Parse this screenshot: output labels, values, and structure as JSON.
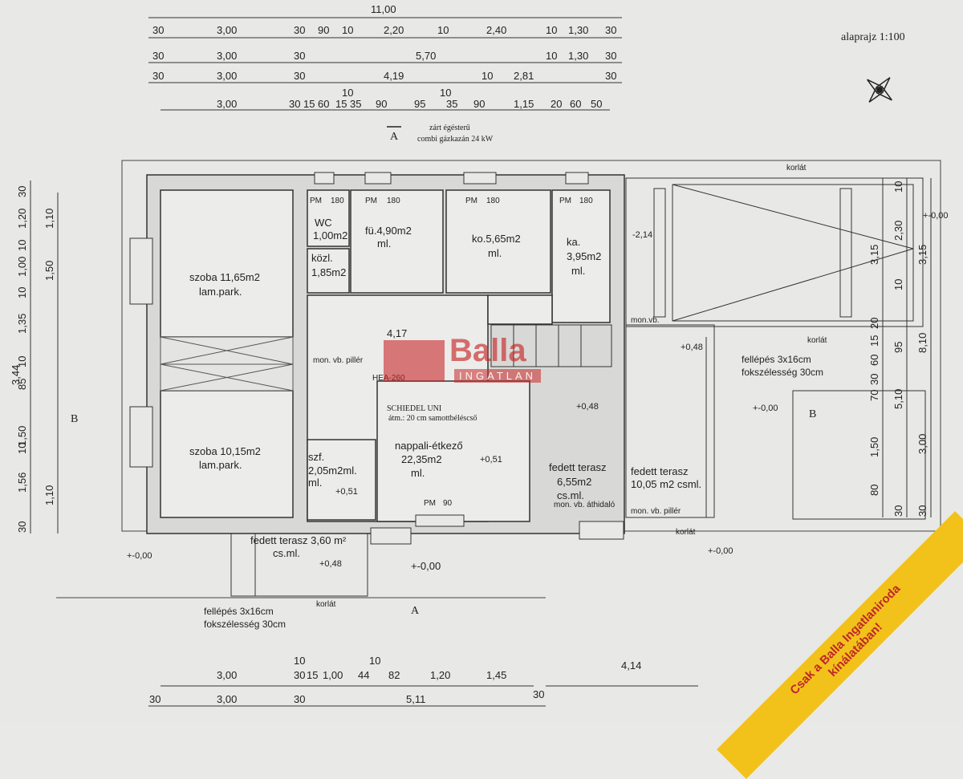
{
  "scale_label": "alaprajz 1:100",
  "top_dims": {
    "row0": [
      "11,00"
    ],
    "row1": [
      "30",
      "3,00",
      "30",
      "90",
      "10",
      "2,20",
      "10",
      "2,40",
      "10",
      "1,30",
      "30"
    ],
    "row2": [
      "30",
      "3,00",
      "30",
      "5,70",
      "10",
      "1,30",
      "30"
    ],
    "row3": [
      "30",
      "3,00",
      "30",
      "4,19",
      "10",
      "2,81",
      "30"
    ],
    "row4_top": [
      "10",
      "10"
    ],
    "row4": [
      "3,00",
      "30",
      "15",
      "60",
      "15",
      "35",
      "90",
      "95",
      "35",
      "90",
      "1,15",
      "20",
      "60",
      "50"
    ]
  },
  "bottom_dims": {
    "row1_top": [
      "10",
      "10"
    ],
    "row1": [
      "3,00",
      "30",
      "15",
      "1,00",
      "44",
      "82",
      "1,20",
      "1,45",
      "4,14"
    ],
    "row2": [
      "30",
      "3,00",
      "30",
      "5,11",
      "30"
    ]
  },
  "left_dims": {
    "outer": [
      "30",
      "1,20",
      "10",
      "1,00",
      "10",
      "1,35",
      "10",
      "85",
      "1,50",
      "10",
      "1,56",
      "30"
    ],
    "inner": [
      "1,10",
      "1,50",
      "3,44",
      "1,10"
    ]
  },
  "right_dims": [
    "3,15",
    "2,30",
    "3,15",
    "10",
    "10",
    "20",
    "15",
    "60",
    "95",
    "8,10",
    "30",
    "70",
    "5,10",
    "1,50",
    "3,00",
    "80",
    "30",
    "30"
  ],
  "rooms": {
    "szoba1": [
      "szoba 11,65m2",
      "lam.park."
    ],
    "szoba2": [
      "szoba 10,15m2",
      "lam.park."
    ],
    "wc": [
      "WC",
      "1,00m2"
    ],
    "kozl": [
      "közl.",
      "1,85m2"
    ],
    "furdo": [
      "fü.4,90m2",
      "ml."
    ],
    "konyha": [
      "ko.5,65m2",
      "ml."
    ],
    "kamra": [
      "ka.",
      "3,95m2",
      "ml."
    ],
    "nappali": [
      "nappali-étkező",
      "22,35m2",
      "ml."
    ],
    "szf": [
      "szf.",
      "2,05m2ml.",
      "ml."
    ],
    "terasz1": [
      "fedett terasz 3,60 m²",
      "cs.ml."
    ],
    "terasz2": [
      "fedett terasz",
      "6,55m2",
      "cs.ml."
    ],
    "terasz3": [
      "fedett terasz",
      "10,05 m2 csml."
    ]
  },
  "labels": {
    "combi": [
      "zárt égésterű",
      "combi gázkazán  24 kW"
    ],
    "schiedel": [
      "SCHIEDEL UNI",
      "átm.: 20 cm samottbéléscső"
    ],
    "pillar": "mon. vb. pillér",
    "pillar2": "mon. vb. pillér",
    "athidalo": "mon. vb. áthidaló",
    "monvb": "mon.vb.",
    "hea": "HEA-260",
    "korlat": "korlát",
    "fellepes_right": [
      "fellépés 3x16cm",
      "fokszélesség 30cm"
    ],
    "fellepes_bottom": [
      "fellépés 3x16cm",
      "fokszélesség 30cm"
    ],
    "dim_417": "4,17",
    "section_a": "A",
    "section_b": "B",
    "pm": "PM",
    "pm180": "180",
    "pm90": "90"
  },
  "levels": [
    "+-0,00",
    "+0,48",
    "+0,51",
    "-2,14",
    "+0,48",
    "+-0,00",
    "+-0,00",
    "+0,48",
    "+0,51",
    "+-0,00"
  ],
  "watermark": {
    "title": "Balla",
    "sub": "INGATLAN"
  },
  "ribbon": [
    "Csak a Balla Ingatlaniroda",
    "kínálatában!"
  ]
}
